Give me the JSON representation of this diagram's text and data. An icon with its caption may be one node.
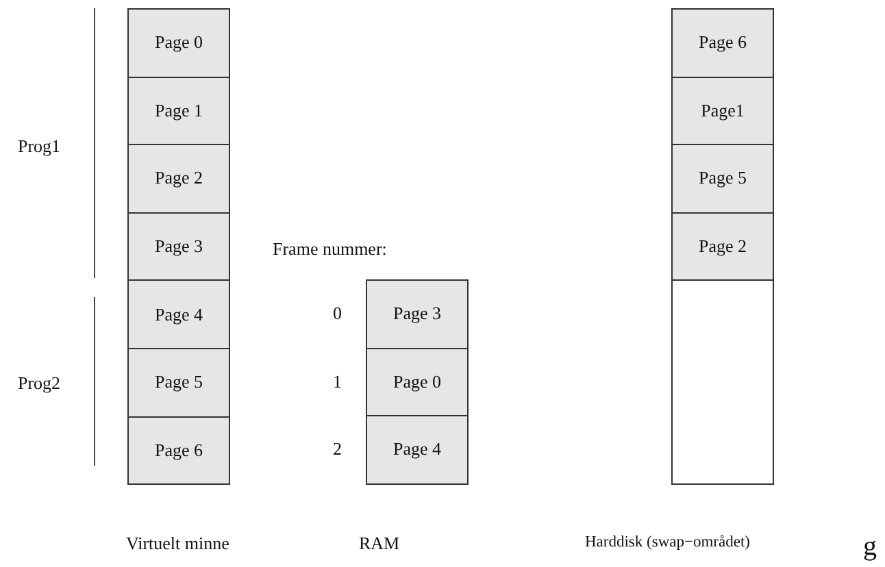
{
  "diagram": {
    "nodes": [
      {
        "text": [
          "Page 0"
        ]
      },
      {
        "text": [
          "Page 1"
        ]
      },
      {
        "text": [
          "Page 2"
        ]
      },
      {
        "text": [
          "Page 3"
        ]
      },
      {
        "text": [
          "Page 4"
        ]
      },
      {
        "text": [
          "Page 5"
        ]
      },
      {
        "text": [
          "Page 6"
        ]
      },
      {
        "text": [
          "Page 3"
        ]
      },
      {
        "text": [
          "Page 0"
        ]
      },
      {
        "text": [
          "Page 4"
        ]
      },
      {
        "text": [
          "Page 6"
        ]
      },
      {
        "text": [
          "Page1"
        ]
      },
      {
        "text": [
          "Page 5"
        ]
      },
      {
        "text": [
          "Page 2"
        ]
      },
      {
        "text": [],
        "shape": "box"
      }
    ],
    "edges": [],
    "labels": [
      "Prog1",
      "Frame nummer:",
      "0",
      "Prog2",
      "1",
      "2",
      "Virtuelt minne",
      "RAM",
      "Harddisk (swap−området)",
      "g"
    ]
  }
}
